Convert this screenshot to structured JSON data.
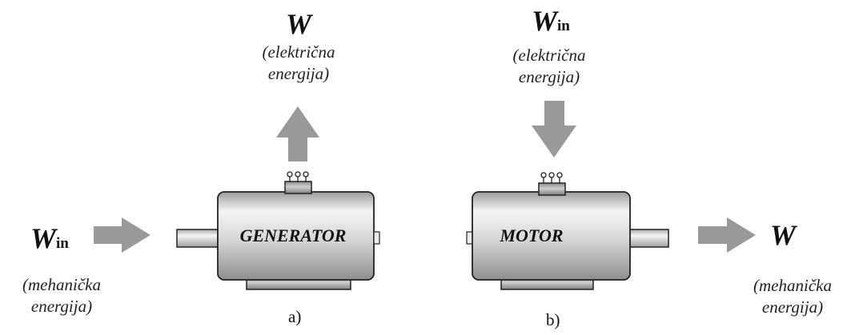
{
  "generator": {
    "label": "GENERATOR",
    "output_symbol": "W",
    "output_note_line1": "(električna",
    "output_note_line2": "energija)",
    "input_symbol": "W",
    "input_subscript": "in",
    "input_note_line1": "(mehanička",
    "input_note_line2": "energija)",
    "caption": "a)"
  },
  "motor": {
    "label": "MOTOR",
    "input_symbol": "W",
    "input_subscript": "in",
    "input_note_line1": "(električna",
    "input_note_line2": "energija)",
    "output_symbol": "W",
    "output_note_line1": "(mehanička",
    "output_note_line2": "energija)",
    "caption": "b)"
  },
  "colors": {
    "arrow": "#999999",
    "body_light": "#f2f2f2",
    "body_dark": "#9a9a9a",
    "outline": "#222222"
  }
}
